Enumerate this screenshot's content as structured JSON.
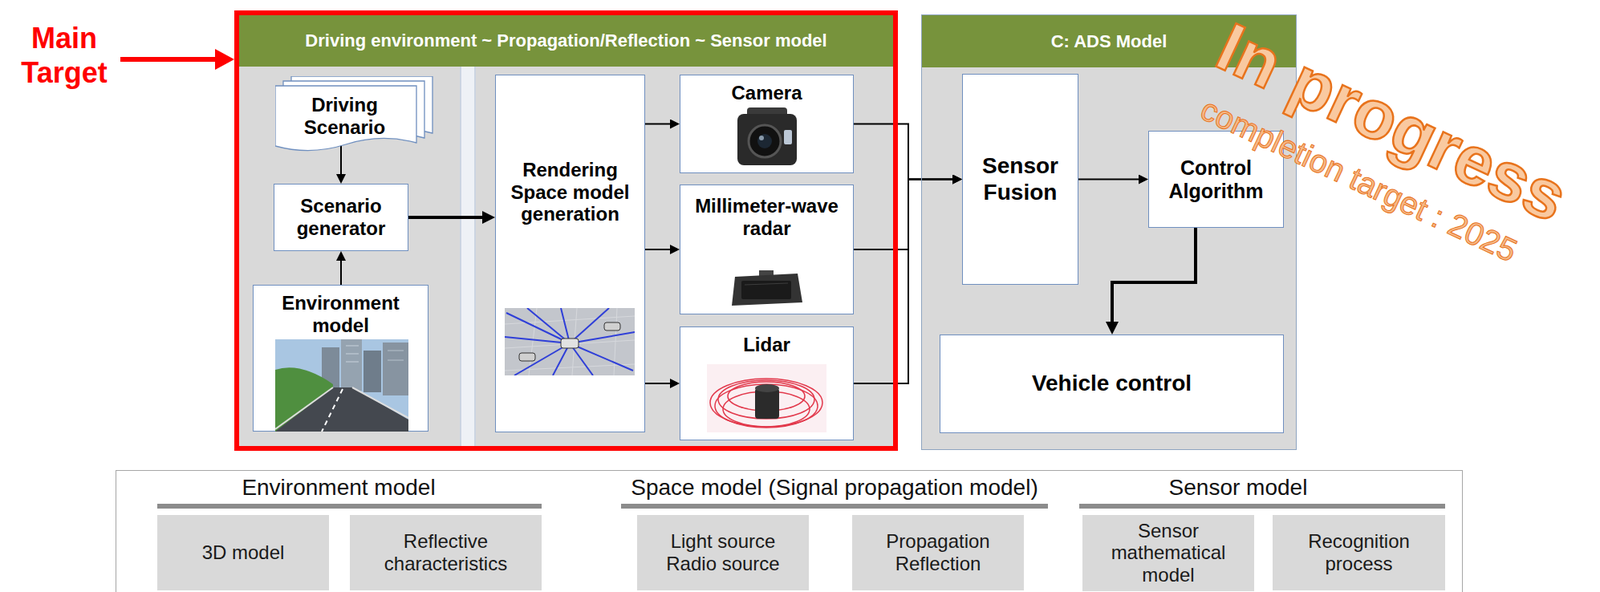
{
  "diagram": {
    "nodes": [
      {
        "text": [
          "Driving environment ~ Propagation/Reflection ~ Sensor model"
        ]
      },
      {
        "text": [
          "Driving Scenario"
        ],
        "in": 0
      },
      {
        "text": [
          "Scenario generator"
        ],
        "in": 0
      },
      {
        "text": [
          "Environment model"
        ],
        "in": 0
      },
      {
        "text": [
          "Rendering Space model generation"
        ],
        "in": 0
      },
      {
        "text": [
          "Camera"
        ],
        "in": 0
      },
      {
        "text": [
          "Millimeter-wave radar"
        ],
        "in": 0
      },
      {
        "text": [
          "Lidar"
        ],
        "in": 0
      },
      {
        "text": [
          "C: ADS Model"
        ]
      },
      {
        "text": [
          "Sensor Fusion"
        ],
        "in": 8
      },
      {
        "text": [
          "Control Algorithm"
        ],
        "in": 8
      },
      {
        "text": [
          "Vehicle control"
        ],
        "in": 8
      },
      {
        "text": [
          "Environment model",
          "Space model (Signal propagation model)",
          "Sensor model"
        ]
      },
      {
        "text": [
          "3D model"
        ],
        "in": 12
      },
      {
        "text": [
          "Reflective characteristics"
        ],
        "in": 12
      },
      {
        "text": [
          "Light source Radio source"
        ],
        "in": 12
      },
      {
        "text": [
          "Propagation Reflection"
        ],
        "in": 12
      },
      {
        "text": [
          "Sensor mathematical model"
        ],
        "in": 12
      },
      {
        "text": [
          "Recognition process"
        ],
        "in": 12
      }
    ],
    "edges": [
      {
        "from": 1,
        "to": 2,
        "arrow": "to"
      },
      {
        "from": 3,
        "to": 2,
        "arrow": "to"
      },
      {
        "from": 2,
        "to": 4,
        "arrow": "to"
      },
      {
        "from": 4,
        "to": 5,
        "arrow": "to"
      },
      {
        "from": 4,
        "to": 6,
        "arrow": "to"
      },
      {
        "from": 4,
        "to": 7,
        "arrow": "to"
      },
      {
        "from": 5,
        "to": 9,
        "arrow": "to"
      },
      {
        "from": 6,
        "to": 9,
        "arrow": "to"
      },
      {
        "from": 7,
        "to": 9,
        "arrow": "to"
      },
      {
        "from": 9,
        "to": 10,
        "arrow": "to"
      },
      {
        "from": 10,
        "to": 11,
        "arrow": "to"
      }
    ],
    "labels": [
      "Main Target",
      "In progress",
      "completion target : 2025"
    ]
  }
}
